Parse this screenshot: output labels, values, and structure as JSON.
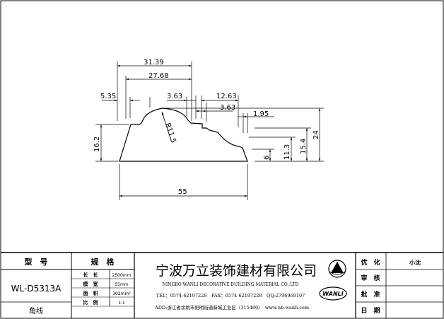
{
  "dimensions": {
    "d31_39": "31.39",
    "d27_68": "27.68",
    "d5_35": "5.35",
    "d3_63_a": "3.63",
    "d12_63": "12.63",
    "d3_63_b": "3.63",
    "d1_95": "1.95",
    "d16_2": "16.2",
    "radius": "R11.5",
    "d24": "24",
    "d15_4": "15.4",
    "d11_3": "11.3",
    "d6": "6",
    "d55": "55"
  },
  "title_block": {
    "model_header": "型　号",
    "spec_header": "规　格",
    "model_value": "WL-D5313A",
    "name_value": "角线",
    "spec_rows": [
      {
        "label": "长　长",
        "value": "2500mm"
      },
      {
        "label": "模　宽",
        "value": "55mm"
      },
      {
        "label": "面　积",
        "value": "302mm²"
      },
      {
        "label": "比　例",
        "value": "1:1"
      }
    ],
    "company_cn": "宁波万立装饰建材有限公司",
    "company_en": "NINGBO WANLI DECORATIVE BUILDING MATERIAL CO.,LTD",
    "contact": "TEL：0574-62197228　FAX：0574-62197228　QQ:2796969107",
    "address": "ADD:浙江省余姚市阳明街道新城工业区（315480）　www.nb-wanli.com",
    "logo_text": "WANLI",
    "approval": [
      {
        "label": "优　化",
        "value": "小沈"
      },
      {
        "label": "审　核",
        "value": ""
      },
      {
        "label": "批　准",
        "value": ""
      },
      {
        "label": "日　期",
        "value": ""
      }
    ]
  }
}
